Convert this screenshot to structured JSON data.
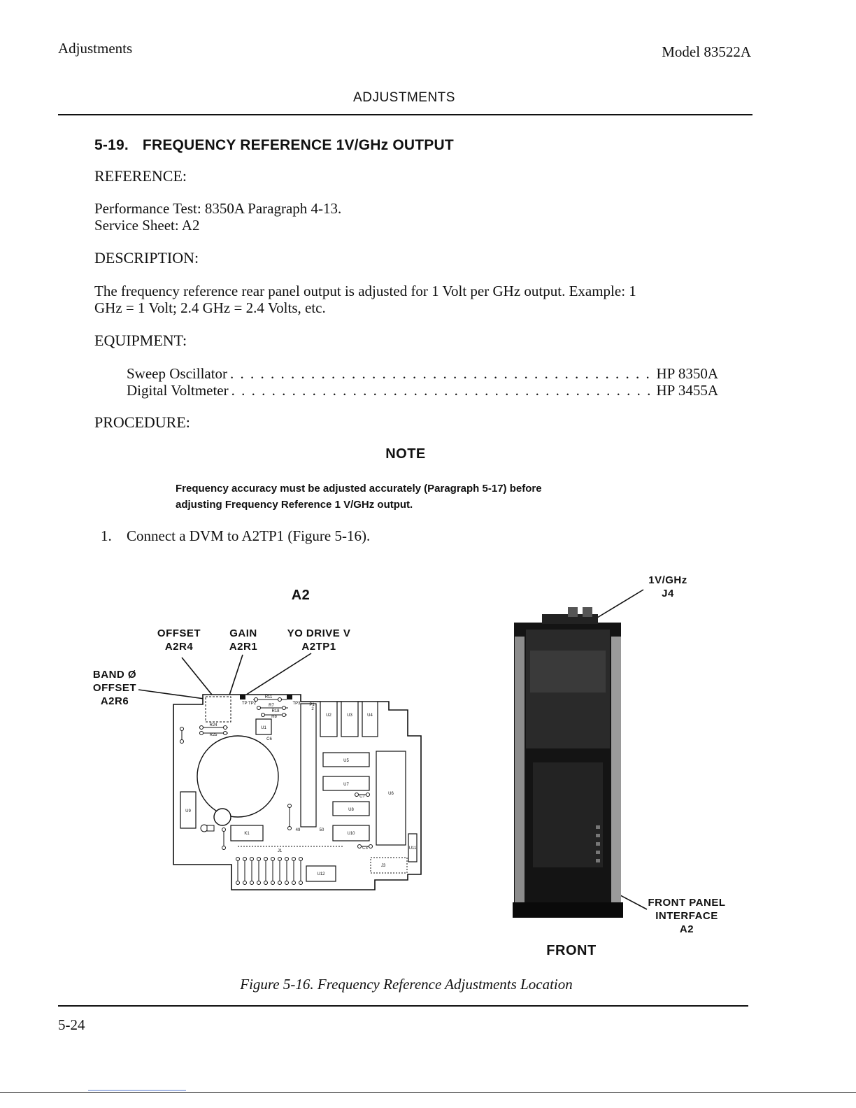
{
  "header": {
    "left": "Adjustments",
    "right": "Model 83522A",
    "center": "ADJUSTMENTS"
  },
  "section": {
    "number": "5-19.",
    "title": "FREQUENCY REFERENCE 1V/GHz OUTPUT"
  },
  "reference": {
    "label": "REFERENCE:",
    "line1": "Performance Test: 8350A Paragraph 4-13.",
    "line2": "Service Sheet: A2"
  },
  "description": {
    "label": "DESCRIPTION:",
    "line1": "The frequency reference rear panel output is adjusted for 1 Volt per GHz output. Example: 1",
    "line2": "GHz = 1 Volt; 2.4 GHz = 2.4 Volts, etc."
  },
  "equipment": {
    "label": "EQUIPMENT:",
    "items": [
      {
        "name": "Sweep Oscillator",
        "model": "HP 8350A"
      },
      {
        "name": "Digital Voltmeter",
        "model": "HP 3455A"
      }
    ]
  },
  "procedure": {
    "label": "PROCEDURE:",
    "note_title": "NOTE",
    "note_line1": "Frequency accuracy must be adjusted accurately (Paragraph 5-17) before",
    "note_line2": "adjusting Frequency Reference 1 V/GHz output.",
    "step1_num": "1.",
    "step1_text": "Connect a DVM to A2TP1 (Figure 5-16)."
  },
  "figure": {
    "board_title": "A2",
    "offset_l1": "OFFSET",
    "offset_l2": "A2R4",
    "gain_l1": "GAIN",
    "gain_l2": "A2R1",
    "yo_l1": "YO DRIVE V",
    "yo_l2": "A2TP1",
    "band_l1": "BAND Ø",
    "band_l2": "OFFSET",
    "band_l3": "A2R6",
    "out_l1": "1V/GHz",
    "out_l2": "J4",
    "fp_l1": "FRONT PANEL",
    "fp_l2": "INTERFACE",
    "fp_l3": "A2",
    "front": "FRONT",
    "comp": {
      "u1": "U1",
      "u2": "U2",
      "u3": "U3",
      "u4": "U4",
      "u5": "U5",
      "u6": "U6",
      "u7": "U7",
      "u8": "U8",
      "u9": "U9",
      "u10": "U10",
      "u11": "U11",
      "u12": "U12",
      "k1": "K1",
      "j1": "J1",
      "j3": "J3",
      "p1": "P1",
      "tp": "TP TP2",
      "tp3": "TP3",
      "r11": "R11",
      "r7": "R7",
      "r18": "R18",
      "r8": "R8",
      "r24": "R24",
      "r25": "R25",
      "c7": "C7",
      "c3": "C3",
      "c6": "C6",
      "n2": "2",
      "n49": "49",
      "n50": "50"
    },
    "caption": "Figure 5-16.  Frequency Reference Adjustments Location"
  },
  "footer": {
    "page": "5-24"
  }
}
